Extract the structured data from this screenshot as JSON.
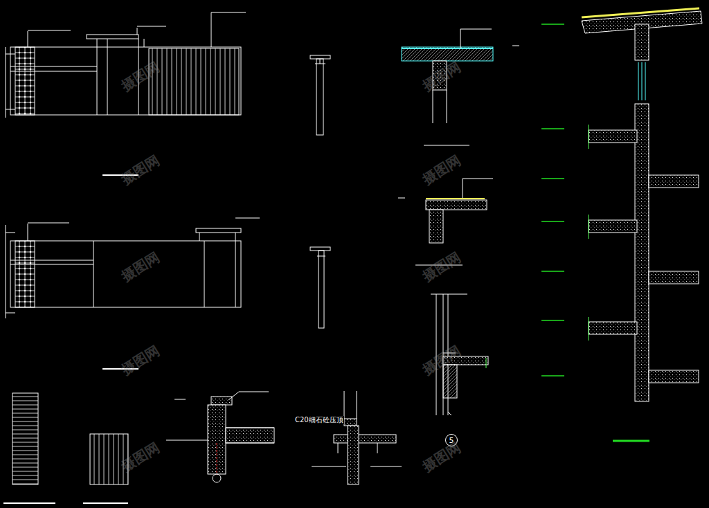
{
  "diagram": {
    "nodes": [
      {
        "text": [
          "5"
        ]
      }
    ],
    "labels": [
      "C20细石砼压顶",
      "摄图网",
      "摄图网",
      "摄图网",
      "摄图网",
      "摄图网",
      "摄图网",
      "摄图网",
      "摄图网",
      "摄图网",
      "摄图网"
    ]
  }
}
